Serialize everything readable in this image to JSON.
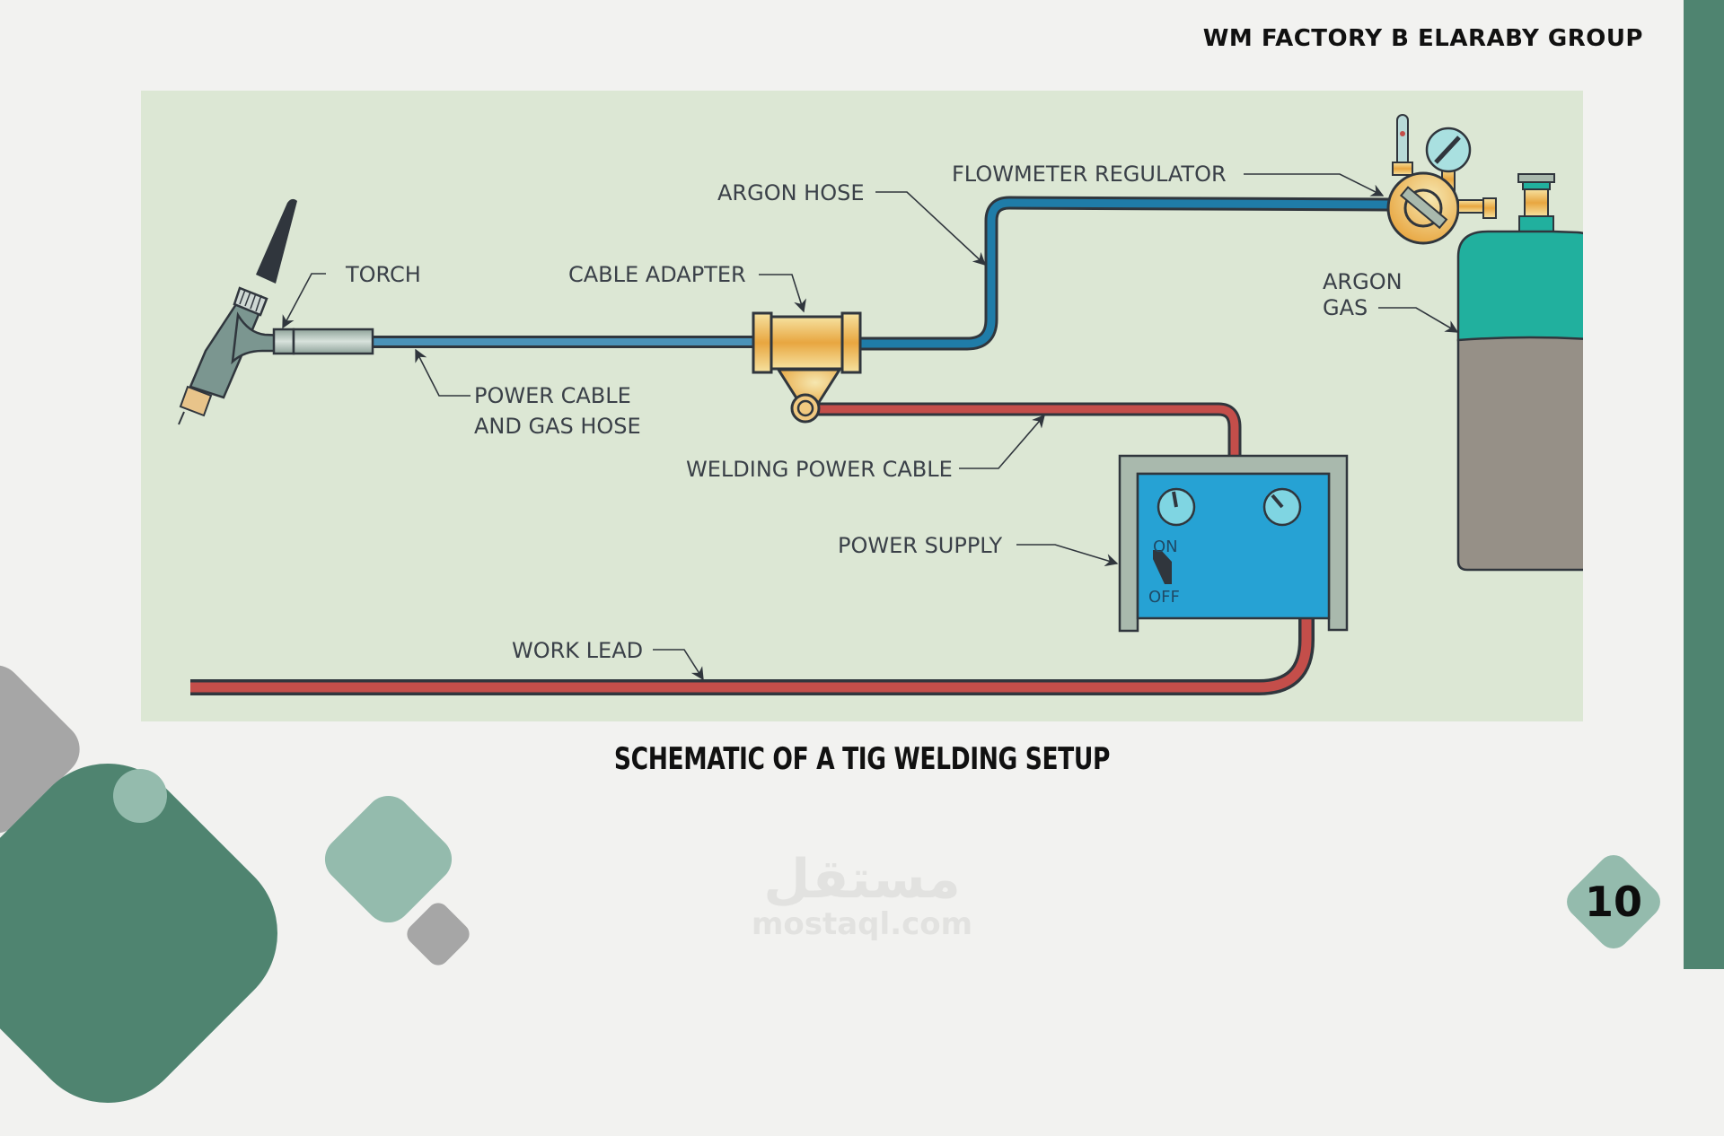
{
  "header": {
    "title": "WM  FACTORY B ELARABY GROUP"
  },
  "diagram": {
    "title": "Schematic of a TIG welding setup",
    "labels": {
      "torch": "TORCH",
      "power_cable_line1": "POWER CABLE",
      "power_cable_line2": "AND GAS HOSE",
      "cable_adapter": "CABLE ADAPTER",
      "argon_hose": "ARGON HOSE",
      "flowmeter_regulator": "FLOWMETER REGULATOR",
      "argon_gas_line1": "ARGON",
      "argon_gas_line2": "GAS",
      "welding_power_cable": "WELDING POWER CABLE",
      "power_supply": "POWER SUPPLY",
      "switch_on": "ON",
      "switch_off": "OFF",
      "work_lead": "WORK LEAD"
    },
    "colors": {
      "background": "#dce7d4",
      "gas_hose": "#2a80ae",
      "power_cable": "#c44e4a",
      "outline": "#30363d",
      "brass": "#e8a640",
      "cylinder_top": "#21b09e",
      "cylinder_body": "#969087",
      "power_supply_panel": "#26a2d4",
      "power_supply_frame": "#a9b9ad",
      "torch_body": "#7b9690"
    }
  },
  "caption": "SCHEMATIC OF A TIG WELDING SETUP",
  "watermark": {
    "arabic": "مستقل",
    "latin": "mostaql.com"
  },
  "page_number": "10",
  "theme": {
    "accent_dark": "#4f8470",
    "accent_light": "#94bbad",
    "gray": "#a6a6a6",
    "page_bg": "#f2f2f0"
  }
}
